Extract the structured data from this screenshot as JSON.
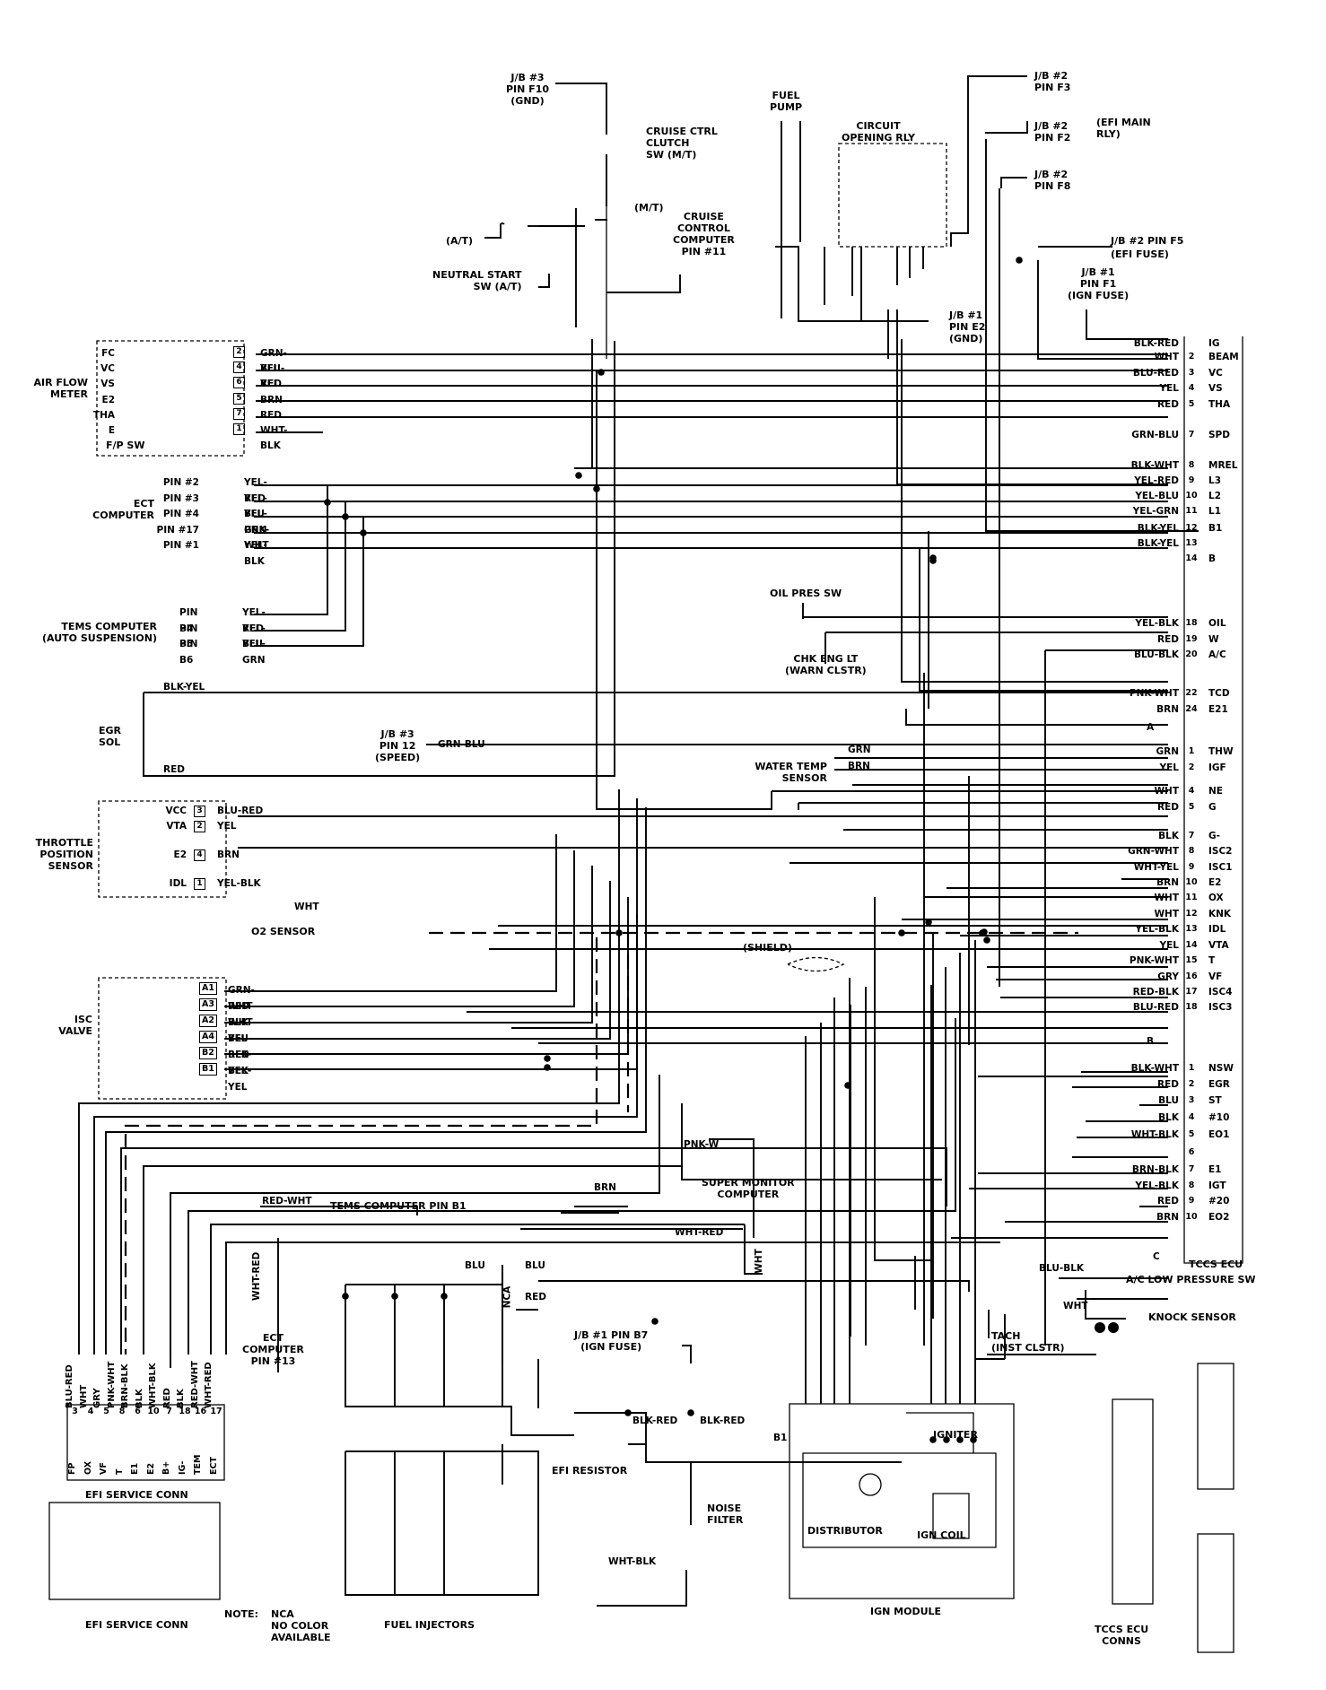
{
  "hdr": {
    "jb3f10": [
      "J/B #3",
      "PIN F10",
      "(GND)"
    ],
    "cruise_clutch": [
      "CRUISE CTRL",
      "CLUTCH",
      "SW (M/T)"
    ],
    "fuel_pump": [
      "FUEL",
      "PUMP"
    ],
    "cor": [
      "CIRCUIT",
      "OPENING RLY"
    ],
    "jb2f3": [
      "J/B #2",
      "PIN F3"
    ],
    "jb2f2": [
      "J/B #2",
      "PIN F2"
    ],
    "efi_main": [
      "(EFI MAIN",
      "RLY)"
    ],
    "jb2f8": [
      "J/B #2",
      "PIN F8"
    ],
    "cruise_comp": [
      "CRUISE",
      "CONTROL",
      "COMPUTER",
      "PIN #11"
    ],
    "at": "(A/T)",
    "mt": "(M/T)",
    "nss": [
      "NEUTRAL START",
      "SW (A/T)"
    ],
    "jb2f5": "J/B #2 PIN F5",
    "efi_fuse": "(EFI FUSE)",
    "jb1f1": [
      "J/B #1",
      "PIN F1",
      "(IGN FUSE)"
    ],
    "jb1e2": [
      "J/B #1",
      "PIN E2",
      "(GND)"
    ]
  },
  "afm": {
    "title": [
      "AIR FLOW",
      "METER"
    ],
    "fpsw": "F/P SW",
    "pins": [
      {
        "name": "FC",
        "no": "2",
        "wire": "GRN-YEL"
      },
      {
        "name": "VC",
        "no": "4",
        "wire": "BLU-RED"
      },
      {
        "name": "VS",
        "no": "6",
        "wire": "YEL"
      },
      {
        "name": "E2",
        "no": "5",
        "wire": "BRN"
      },
      {
        "name": "THA",
        "no": "7",
        "wire": "RED"
      },
      {
        "name": "E",
        "no": "1",
        "wire": "WHT-BLK"
      }
    ]
  },
  "ect": {
    "title": [
      "ECT",
      "COMPUTER"
    ],
    "pins": [
      {
        "pin": "PIN #2",
        "wire": "YEL-RED"
      },
      {
        "pin": "PIN #3",
        "wire": "YEL-BLU"
      },
      {
        "pin": "PIN #4",
        "wire": "YEL-GRN"
      },
      {
        "pin": "PIN #17",
        "wire": "PNK-WHT"
      },
      {
        "pin": "PIN #1",
        "wire": "YEL-BLK"
      }
    ]
  },
  "tems": {
    "title": [
      "TEMS COMPUTER",
      "(AUTO SUSPENSION)"
    ],
    "pins": [
      {
        "pin": "PIN B4",
        "wire": "YEL-RED"
      },
      {
        "pin": "PIN B5",
        "wire": "YEL-BLU"
      },
      {
        "pin": "PIN B6",
        "wire": "YEL-GRN"
      }
    ]
  },
  "oil": {
    "sw": "OIL PRES SW",
    "chk": [
      "CHK ENG LT",
      "(WARN CLSTR)"
    ]
  },
  "egr": {
    "title": [
      "EGR",
      "SOL"
    ],
    "w1": "BLK-YEL",
    "w2": "RED"
  },
  "speed": {
    "lbl": [
      "J/B #3",
      "PIN 12",
      "(SPEED)"
    ],
    "wire": "GRN-BLU"
  },
  "wts": {
    "title": [
      "WATER TEMP",
      "SENSOR"
    ],
    "w1": "GRN",
    "w2": "BRN"
  },
  "tps": {
    "title": [
      "THROTTLE",
      "POSITION",
      "SENSOR"
    ],
    "pins": [
      {
        "name": "VCC",
        "no": "3",
        "wire": "BLU-RED"
      },
      {
        "name": "VTA",
        "no": "2",
        "wire": "YEL"
      },
      {
        "name": "E2",
        "no": "4",
        "wire": "BRN"
      },
      {
        "name": "IDL",
        "no": "1",
        "wire": "YEL-BLK"
      }
    ]
  },
  "o2": {
    "title": "O2 SENSOR",
    "wire": "WHT"
  },
  "shield": "(SHIELD)",
  "isc": {
    "title": [
      "ISC",
      "VALVE"
    ],
    "pins": [
      {
        "name": "A1",
        "wire": "GRN-WHT"
      },
      {
        "name": "A3",
        "wire": "RED-BLK"
      },
      {
        "name": "A2",
        "wire": "WHT-YEL"
      },
      {
        "name": "A4",
        "wire": "BLU-RED"
      },
      {
        "name": "B2",
        "wire": "BLK-YEL"
      },
      {
        "name": "B1",
        "wire": "BLK-YEL"
      }
    ]
  },
  "ecu": {
    "title": "TCCS ECU",
    "a": [
      {
        "wire": "BLK-RED",
        "no": "",
        "name": "IG"
      },
      {
        "wire": "WHT",
        "no": "2",
        "name": "BEAM"
      },
      {
        "wire": "BLU-RED",
        "no": "3",
        "name": "VC"
      },
      {
        "wire": "YEL",
        "no": "4",
        "name": "VS"
      },
      {
        "wire": "RED",
        "no": "5",
        "name": "THA"
      },
      {
        "wire": "GRN-BLU",
        "no": "7",
        "name": "SPD"
      },
      {
        "wire": "BLK-WHT",
        "no": "8",
        "name": "MREL"
      },
      {
        "wire": "YEL-RED",
        "no": "9",
        "name": "L3"
      },
      {
        "wire": "YEL-BLU",
        "no": "10",
        "name": "L2"
      },
      {
        "wire": "YEL-GRN",
        "no": "11",
        "name": "L1"
      },
      {
        "wire": "BLK-YEL",
        "no": "12",
        "name": "B1"
      },
      {
        "wire": "BLK-YEL",
        "no": "13",
        "name": ""
      },
      {
        "wire": "",
        "no": "14",
        "name": "B"
      },
      {
        "wire": "YEL-BLK",
        "no": "18",
        "name": "OIL"
      },
      {
        "wire": "RED",
        "no": "19",
        "name": "W"
      },
      {
        "wire": "BLU-BLK",
        "no": "20",
        "name": "A/C"
      },
      {
        "wire": "PNK-WHT",
        "no": "22",
        "name": "TCD"
      },
      {
        "wire": "BRN",
        "no": "24",
        "name": "E21"
      }
    ],
    "b": [
      {
        "wire": "GRN",
        "no": "1",
        "name": "THW"
      },
      {
        "wire": "YEL",
        "no": "2",
        "name": "IGF"
      },
      {
        "wire": "WHT",
        "no": "4",
        "name": "NE"
      },
      {
        "wire": "RED",
        "no": "5",
        "name": "G"
      },
      {
        "wire": "BLK",
        "no": "7",
        "name": "G-"
      },
      {
        "wire": "GRN-WHT",
        "no": "8",
        "name": "ISC2"
      },
      {
        "wire": "WHT-YEL",
        "no": "9",
        "name": "ISC1"
      },
      {
        "wire": "BRN",
        "no": "10",
        "name": "E2"
      },
      {
        "wire": "WHT",
        "no": "11",
        "name": "OX"
      },
      {
        "wire": "WHT",
        "no": "12",
        "name": "KNK"
      },
      {
        "wire": "YEL-BLK",
        "no": "13",
        "name": "IDL"
      },
      {
        "wire": "YEL",
        "no": "14",
        "name": "VTA"
      },
      {
        "wire": "PNK-WHT",
        "no": "15",
        "name": "T"
      },
      {
        "wire": "GRY",
        "no": "16",
        "name": "VF"
      },
      {
        "wire": "RED-BLK",
        "no": "17",
        "name": "ISC4"
      },
      {
        "wire": "BLU-RED",
        "no": "18",
        "name": "ISC3"
      }
    ],
    "c": [
      {
        "wire": "BLK-WHT",
        "no": "1",
        "name": "NSW"
      },
      {
        "wire": "RED",
        "no": "2",
        "name": "EGR"
      },
      {
        "wire": "BLU",
        "no": "3",
        "name": "ST"
      },
      {
        "wire": "BLK",
        "no": "4",
        "name": "#10"
      },
      {
        "wire": "WHT-BLK",
        "no": "5",
        "name": "EO1"
      },
      {
        "wire": "",
        "no": "6",
        "name": ""
      },
      {
        "wire": "BRN-BLK",
        "no": "7",
        "name": "E1"
      },
      {
        "wire": "YEL-BLK",
        "no": "8",
        "name": "IGT"
      },
      {
        "wire": "RED",
        "no": "9",
        "name": "#20"
      },
      {
        "wire": "BRN",
        "no": "10",
        "name": "EO2"
      }
    ]
  },
  "misc": {
    "pnkw": "PNK-W",
    "brn": "BRN",
    "tems_b1": "TEMS COMPUTER PIN B1",
    "redwht": "RED-WHT",
    "smc": [
      "SUPER MONITOR",
      "COMPUTER"
    ],
    "whtred": "WHT-RED",
    "wht": "WHT",
    "ect13": [
      "ECT",
      "COMPUTER",
      "PIN #13"
    ],
    "whtred_v": "WHT-RED",
    "blu": "BLU",
    "red": "RED",
    "nca": "NCA",
    "acsw": "A/C LOW PRESSURE SW",
    "blublk": "BLU-BLK",
    "knock": "KNOCK SENSOR",
    "tach": [
      "TACH",
      "(INST CLSTR)"
    ],
    "jb1b7": [
      "J/B #1 PIN B7",
      "(IGN FUSE)"
    ],
    "blkred": "BLK-RED",
    "efires": "EFI RESISTOR",
    "noise": [
      "NOISE",
      "FILTER"
    ],
    "whtblk": "WHT-BLK",
    "dist": "DISTRIBUTOR",
    "coil": "IGN COIL",
    "igniter": "IGNITER",
    "ignmod": "IGN MODULE",
    "inj": "FUEL INJECTORS",
    "note": [
      "NOTE:",
      "NCA",
      "NO COLOR",
      "AVAILABLE"
    ],
    "b1": "B1"
  },
  "svc": {
    "title": "EFI SERVICE CONN",
    "title2": "EFI SERVICE CONN",
    "wires": [
      "BLU-RED",
      "WHT",
      "GRY",
      "PNK-WHT",
      "BRN-BLK",
      "BLK",
      "WHT-BLK",
      "RED",
      "BLK",
      "RED-WHT",
      "WHT-RED"
    ],
    "nums": [
      "3",
      "4",
      "5",
      "8",
      "6",
      "10",
      "7",
      "18",
      "16",
      "17"
    ],
    "names": [
      "FP",
      "OX",
      "VF",
      "T",
      "E1",
      "E2",
      "B+",
      "IG-",
      "TEM",
      "ECT"
    ]
  },
  "conns": {
    "title": [
      "TCCS ECU",
      "CONNS"
    ],
    "a": "A",
    "b": "B",
    "c": "C"
  }
}
